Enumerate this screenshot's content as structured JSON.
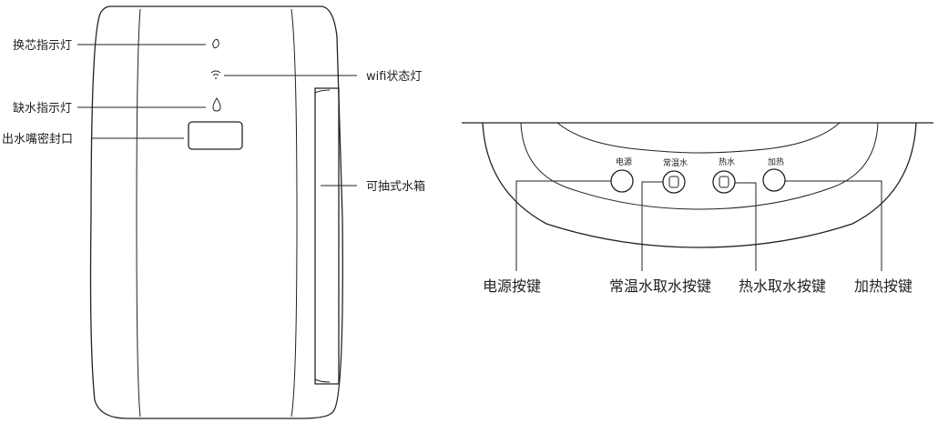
{
  "left_diagram": {
    "labels": {
      "filter_indicator": "换芯指示灯",
      "wifi_indicator": "wifi状态灯",
      "low_water_indicator": "缺水指示灯",
      "outlet_seal": "出水嘴密封口",
      "water_tank": "可抽式水箱"
    }
  },
  "right_diagram": {
    "panel_labels": {
      "power": "电源",
      "normal_water": "常温水",
      "hot_water": "热水",
      "heat": "加热"
    },
    "callouts": {
      "power_button": "电源按键",
      "normal_water_button": "常温水取水按键",
      "hot_water_button": "热水取水按键",
      "heat_button": "加热按键"
    }
  }
}
